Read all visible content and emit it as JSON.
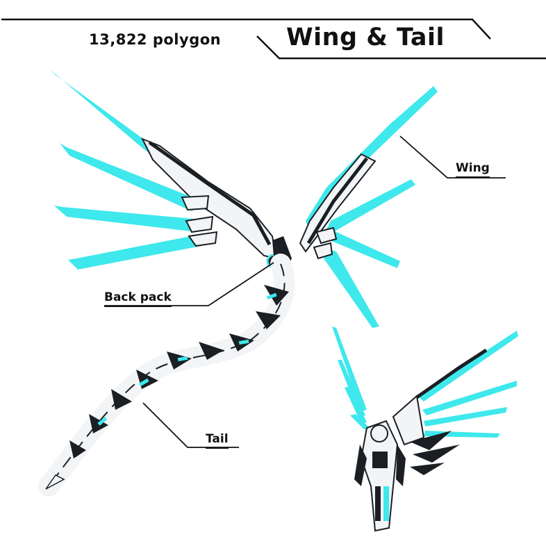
{
  "header": {
    "polygon_count": "13,822 polygon",
    "title": "Wing & Tail"
  },
  "callouts": {
    "wing": "Wing",
    "back_pack": "Back pack",
    "tail": "Tail"
  },
  "colors": {
    "cyan": "#3ee8ec",
    "dark": "#1b1f24",
    "white": "#f2f4f6",
    "line": "#111111"
  }
}
